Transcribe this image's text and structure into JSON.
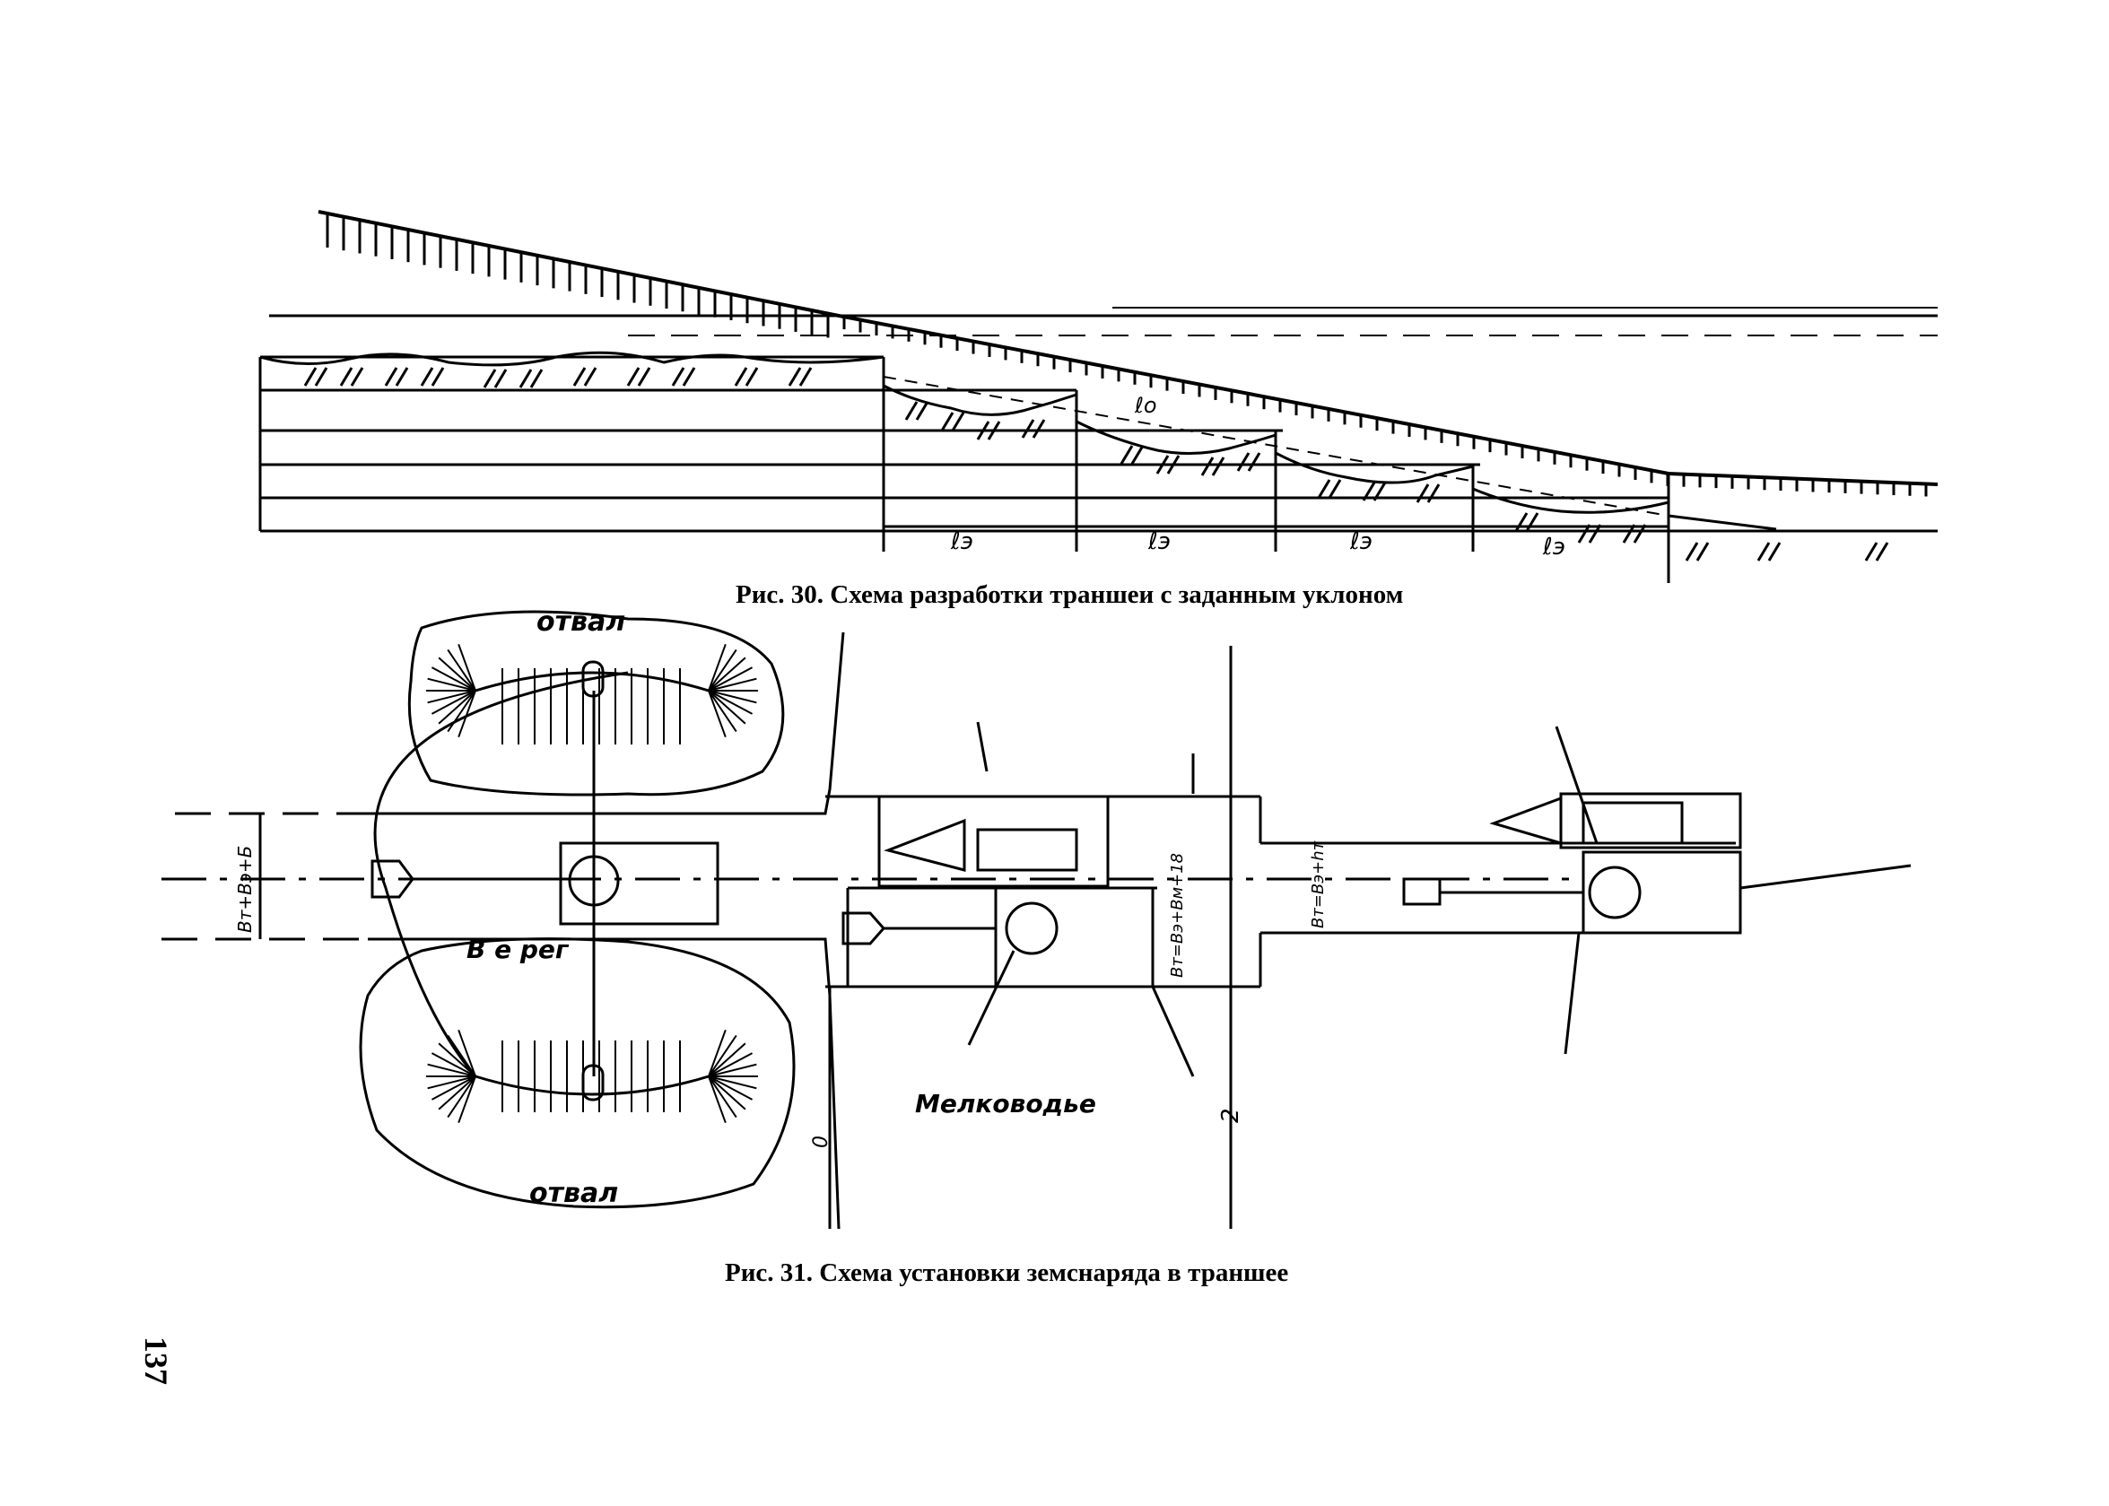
{
  "page_number": "137",
  "figure30": {
    "caption": "Рис. 30. Схема разработки траншеи с заданным уклоном",
    "segment_labels": [
      "ℓэ",
      "ℓэ",
      "ℓэ",
      "ℓэ"
    ],
    "slope_label": "ℓо"
  },
  "figure31": {
    "caption": "Рис. 31. Схема установки земснаряда в траншее",
    "spoil_top": "отвал",
    "spoil_bottom": "отвал",
    "shore": "В е рег",
    "shallow": "Мелководье",
    "dim_left": "Вт+Вэ+Б",
    "dim_mid": "Вт=Вэ+Вм+18",
    "dim_right": "Вт=Вэ+hт",
    "anchor_labels": [
      "0",
      "2"
    ]
  }
}
